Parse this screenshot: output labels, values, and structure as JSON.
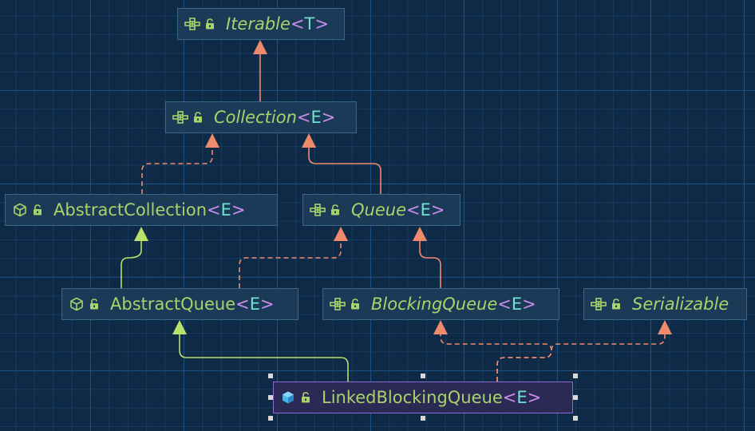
{
  "nodes": [
    {
      "id": "iterable",
      "name": "Iterable",
      "type_param": "T",
      "kind": "interface",
      "selected": false
    },
    {
      "id": "collection",
      "name": "Collection",
      "type_param": "E",
      "kind": "interface",
      "selected": false
    },
    {
      "id": "abstract-collection",
      "name": "AbstractCollection",
      "type_param": "E",
      "kind": "abstract-class",
      "selected": false
    },
    {
      "id": "queue",
      "name": "Queue",
      "type_param": "E",
      "kind": "interface",
      "selected": false
    },
    {
      "id": "abstract-queue",
      "name": "AbstractQueue",
      "type_param": "E",
      "kind": "abstract-class",
      "selected": false
    },
    {
      "id": "blocking-queue",
      "name": "BlockingQueue",
      "type_param": "E",
      "kind": "interface",
      "selected": false
    },
    {
      "id": "serializable",
      "name": "Serializable",
      "type_param": "",
      "kind": "interface",
      "selected": false
    },
    {
      "id": "linked-blocking-queue",
      "name": "LinkedBlockingQueue",
      "type_param": "E",
      "kind": "class",
      "selected": true
    }
  ],
  "edges": [
    {
      "from": "collection",
      "to": "iterable",
      "relation": "extends"
    },
    {
      "from": "abstract-collection",
      "to": "collection",
      "relation": "implements"
    },
    {
      "from": "queue",
      "to": "collection",
      "relation": "extends"
    },
    {
      "from": "abstract-queue",
      "to": "abstract-collection",
      "relation": "extends-class"
    },
    {
      "from": "abstract-queue",
      "to": "queue",
      "relation": "implements"
    },
    {
      "from": "blocking-queue",
      "to": "queue",
      "relation": "extends"
    },
    {
      "from": "linked-blocking-queue",
      "to": "abstract-queue",
      "relation": "extends-class"
    },
    {
      "from": "linked-blocking-queue",
      "to": "blocking-queue",
      "relation": "implements"
    },
    {
      "from": "linked-blocking-queue",
      "to": "serializable",
      "relation": "implements"
    }
  ],
  "colors": {
    "background": "#0f2a47",
    "class_name": "#a8d36a",
    "angle_bracket": "#c98ce8",
    "type_param": "#6fe0d2",
    "interface_edge": "#f08a6c",
    "class_edge": "#b8e26a",
    "selection_border": "#8a6bd1"
  },
  "icons": {
    "interface": "interface-icon",
    "abstract-class": "abstract-class-icon",
    "class": "class-icon",
    "visibility": "public-lock-icon"
  }
}
